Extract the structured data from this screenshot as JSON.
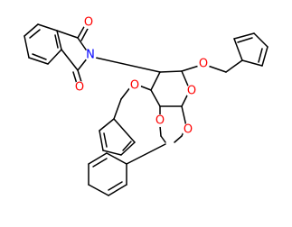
{
  "colors": {
    "bond": "#000000",
    "oxygen": "#ff0000",
    "nitrogen": "#0000ff",
    "background": "#ffffff"
  },
  "atoms": {
    "n_imide": "N",
    "o_carbonyl_top": "O",
    "o_carbonyl_bottom": "O",
    "o_anomeric_benzyl": "O",
    "o_ring": "O",
    "o_benzyl_ether": "O",
    "o_acetal_upper": "O",
    "o_acetal_lower": "O"
  }
}
